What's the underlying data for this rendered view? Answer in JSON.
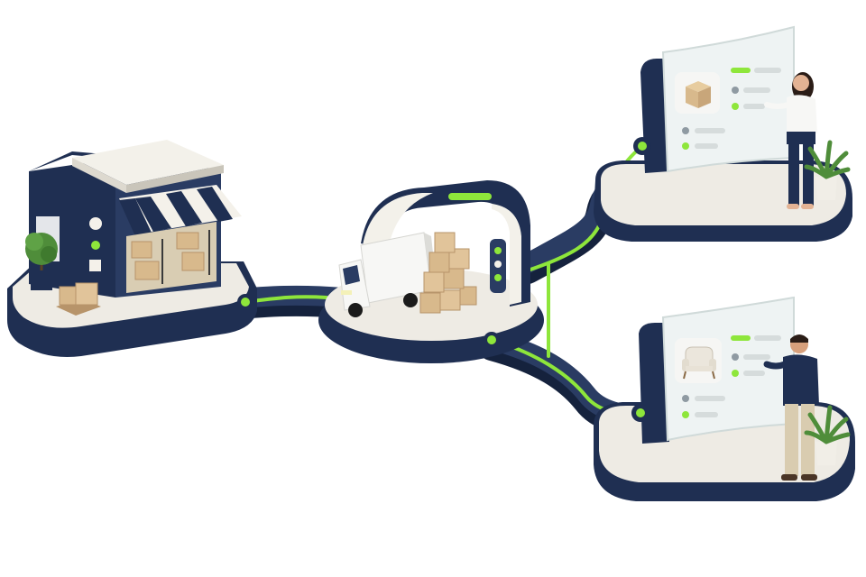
{
  "scene": {
    "nodes": [
      "storefront",
      "delivery-hub",
      "product-screen-box",
      "product-screen-chair"
    ],
    "products": [
      "box-icon",
      "armchair-icon"
    ]
  },
  "colors": {
    "background": "#ffffff",
    "navy": "#1f2f52",
    "navy_dark": "#15223d",
    "platform_top": "#eeebe4",
    "accent_green": "#8ee63b",
    "cardboard": "#d8b98c",
    "awning_stripe": "#f4f1ea",
    "screen_glass": "#eef3f3",
    "plant": "#4f8d3a"
  }
}
